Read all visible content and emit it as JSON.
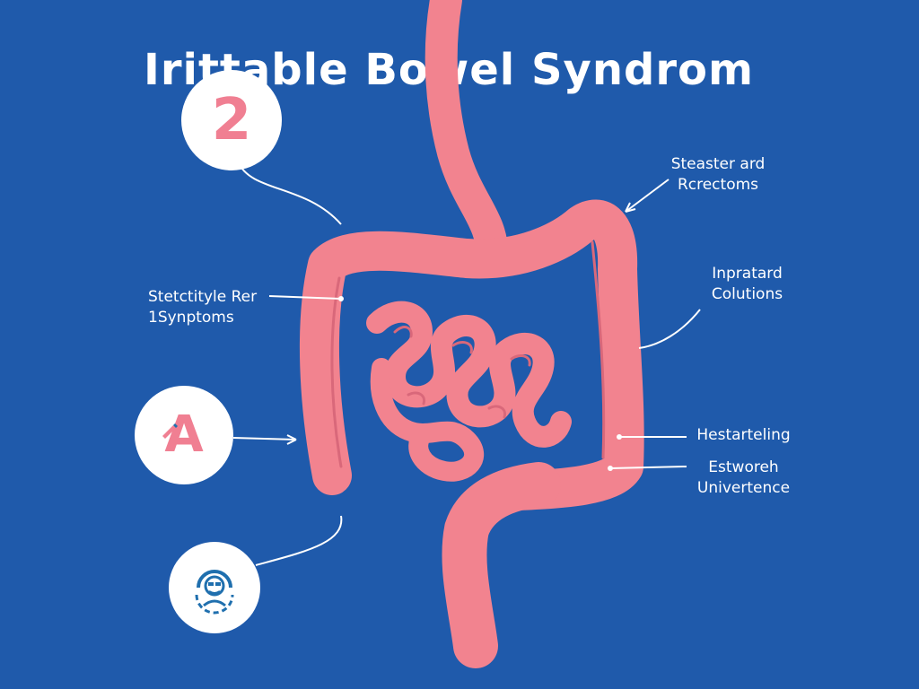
{
  "title": "Irittable Bowel Syndrom",
  "labels": {
    "top_right": [
      "Steaster ard",
      "Rcrectoms"
    ],
    "mid_right": [
      "Inpratard",
      "Colutions"
    ],
    "lower_right_1": [
      "Hestarteling"
    ],
    "lower_right_2": [
      "Estworeh",
      "Univertence"
    ],
    "left": [
      "Stetctityle Rer",
      "1Synptoms"
    ]
  },
  "badges": {
    "top": {
      "text": "2",
      "color": "#f07f92"
    },
    "middle": {
      "text": "A",
      "icon": "pencil-icon",
      "color": "#f07f92"
    },
    "bottom": {
      "icon": "face-icon",
      "color": "#1f6fae"
    }
  },
  "colors": {
    "background": "#1f5aab",
    "intestine": "#f2838f",
    "intestine_shadow": "#d9687a",
    "text": "#ffffff"
  }
}
